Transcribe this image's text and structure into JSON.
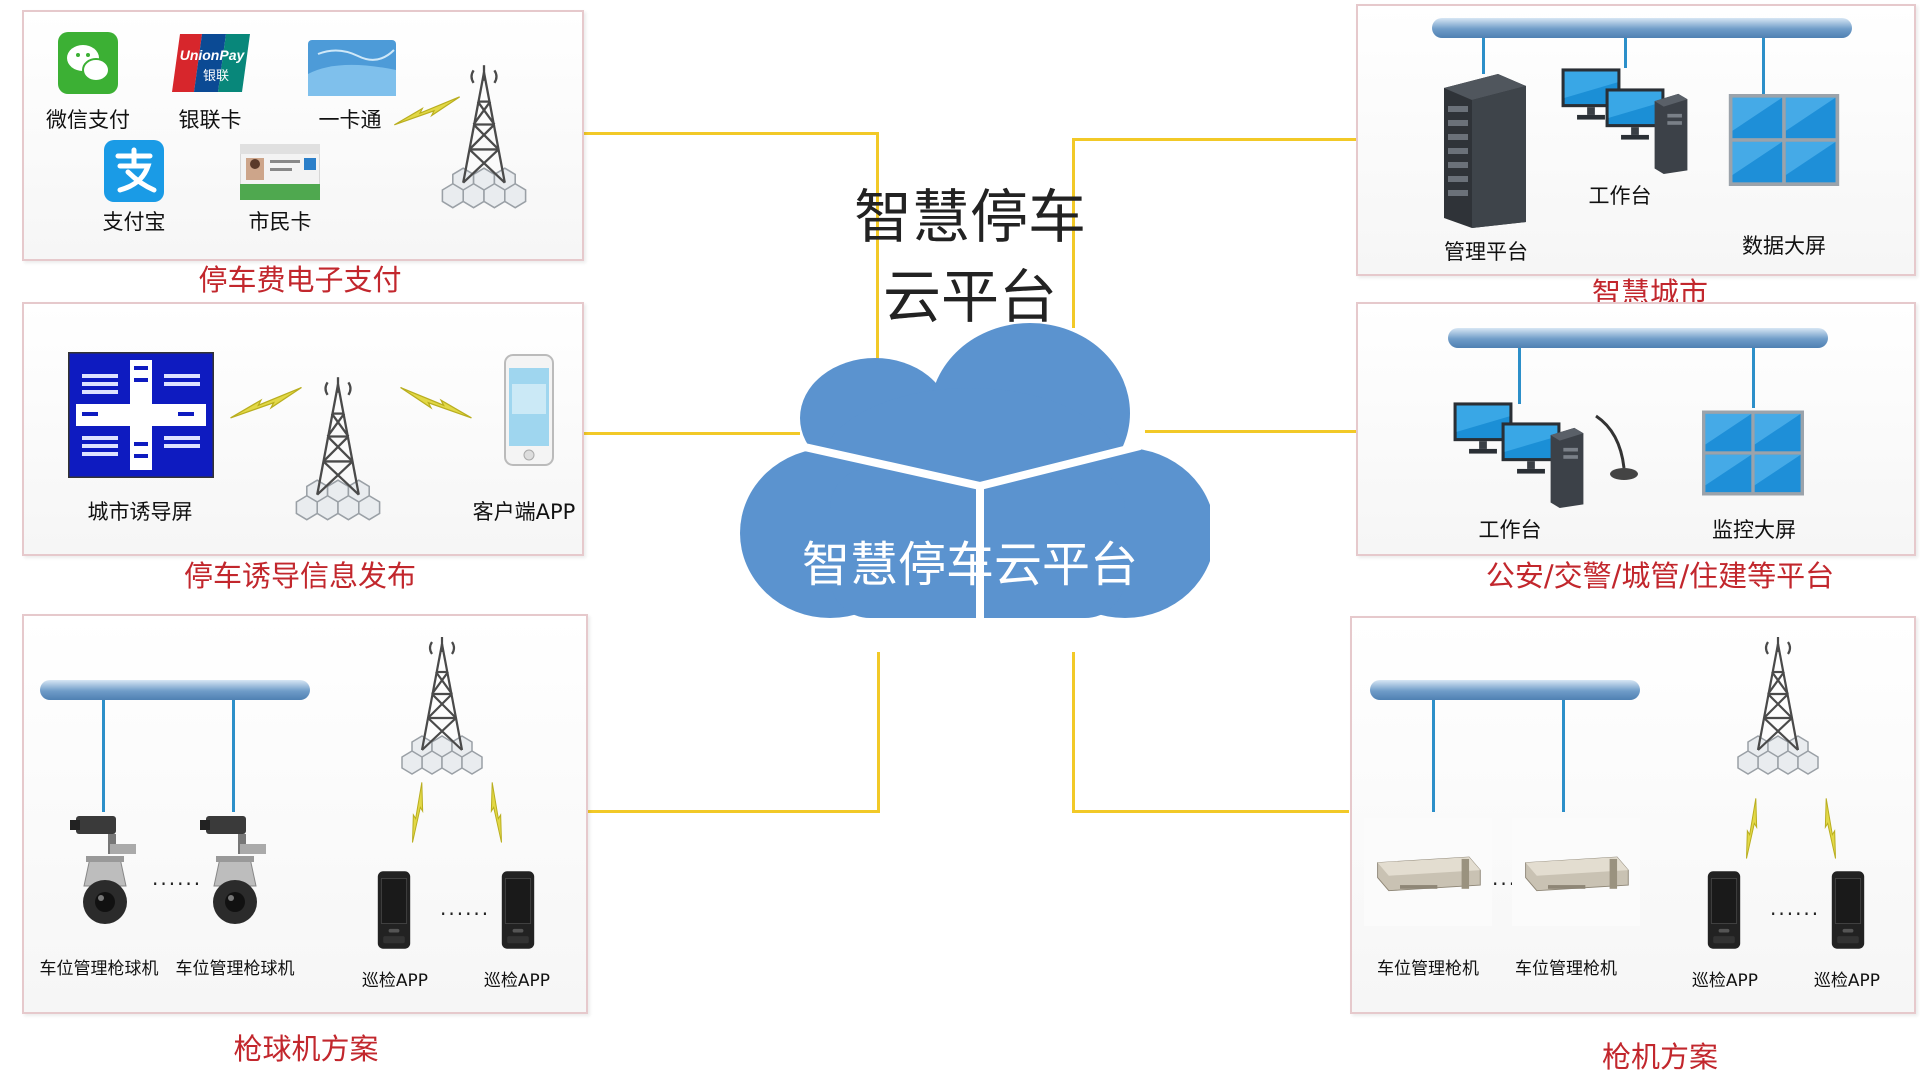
{
  "center": {
    "title_line1": "智慧停车",
    "title_line2": "云平台",
    "cloud_label": "智慧停车云平台"
  },
  "panels": {
    "payment": {
      "title": "停车费电子支付",
      "items": [
        "微信支付",
        "银联卡",
        "一卡通",
        "支付宝",
        "市民卡"
      ],
      "unionpay_text": "UnionPay",
      "unionpay_cn": "银联"
    },
    "guidance": {
      "title": "停车诱导信息发布",
      "items": [
        "城市诱导屏",
        "客户端APP"
      ]
    },
    "dome_camera": {
      "title": "枪球机方案",
      "cameras": [
        "车位管理枪球机",
        "车位管理枪球机"
      ],
      "devices": [
        "巡检APP",
        "巡检APP"
      ],
      "ellipsis": "......"
    },
    "smart_city": {
      "title": "智慧城市",
      "items": [
        "管理平台",
        "工作台",
        "数据大屏"
      ]
    },
    "police": {
      "title": "公安/交警/城管/住建等平台",
      "items": [
        "工作台",
        "监控大屏"
      ]
    },
    "bullet_camera": {
      "title": "枪机方案",
      "cameras": [
        "车位管理枪机",
        "车位管理枪机"
      ],
      "devices": [
        "巡检APP",
        "巡检APP"
      ],
      "ellipsis": "......",
      "ellipsis_short": "...."
    }
  },
  "colors": {
    "panel_title": "#c2272d",
    "connector": "#f2c927",
    "cloud": "#5b93cf",
    "bus": "#6f9cc8",
    "tower": "#555555"
  }
}
